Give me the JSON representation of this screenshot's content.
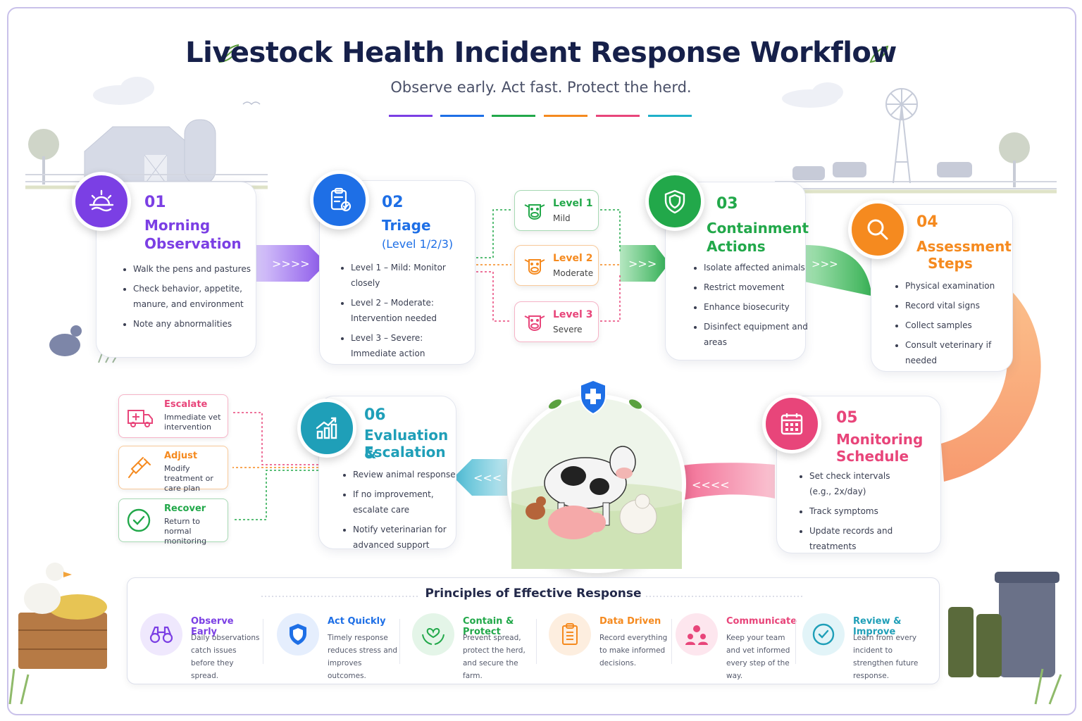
{
  "header": {
    "title": "Livestock Health Incident Response Workflow",
    "subtitle": "Observe early. Act fast. Protect the herd.",
    "accent_colors": [
      "#7b3fe4",
      "#1e6fe6",
      "#22a84a",
      "#f58a1f",
      "#e8457a",
      "#1fb0c9"
    ]
  },
  "steps": {
    "s01": {
      "num": "01",
      "title": "Morning",
      "title2": "Observation",
      "color": "#7b3fe4",
      "items": [
        "Walk the pens and pastures",
        "Check behavior, appetite, manure, and environment",
        "Note any abnormalities"
      ]
    },
    "s02": {
      "num": "02",
      "title": "Triage",
      "subtitle": "(Level 1/2/3)",
      "color": "#1e6fe6",
      "items": [
        "Level 1 – Mild: Monitor closely",
        "Level 2 – Moderate: Intervention needed",
        "Level 3 – Severe: Immediate action"
      ]
    },
    "s03": {
      "num": "03",
      "title": "Containment",
      "title2": "Actions",
      "color": "#22a84a",
      "items": [
        "Isolate affected animals",
        "Restrict movement",
        "Enhance biosecurity",
        "Disinfect equipment and areas"
      ]
    },
    "s04": {
      "num": "04",
      "title": "Assessment",
      "title2": "Steps",
      "color": "#f58a1f",
      "items": [
        "Physical examination",
        "Record vital signs",
        "Collect samples",
        "Consult veterinary if needed"
      ]
    },
    "s05": {
      "num": "05",
      "title": "Monitoring",
      "title2": "Schedule",
      "color": "#e8457a",
      "items": [
        "Set check intervals (e.g., 2x/day)",
        "Track symptoms",
        "Update records and treatments"
      ]
    },
    "s06": {
      "num": "06",
      "title": "Evaluation &",
      "title2": "Escalation",
      "color": "#1f9fb8",
      "items": [
        "Review animal response",
        "If no improvement, escalate care",
        "Notify veterinarian for advanced support"
      ]
    }
  },
  "levels": [
    {
      "title": "Level 1",
      "sub": "Mild",
      "color": "#22a84a"
    },
    {
      "title": "Level 2",
      "sub": "Moderate",
      "color": "#f58a1f"
    },
    {
      "title": "Level 3",
      "sub": "Severe",
      "color": "#e8457a"
    }
  ],
  "outcomes": [
    {
      "title": "Escalate",
      "sub": "Immediate vet intervention",
      "color": "#e8457a",
      "icon": "ambulance-icon"
    },
    {
      "title": "Adjust",
      "sub": "Modify treatment or care plan",
      "color": "#f58a1f",
      "icon": "syringe-icon"
    },
    {
      "title": "Recover",
      "sub": "Return to normal monitoring",
      "color": "#22a84a",
      "icon": "check-circle-icon"
    }
  ],
  "principles": {
    "title": "Principles of Effective Response",
    "items": [
      {
        "title": "Observe Early",
        "desc": "Daily observations catch issues before they spread.",
        "color": "#7b3fe4",
        "icon": "binoculars-icon"
      },
      {
        "title": "Act Quickly",
        "desc": "Timely response reduces stress and improves outcomes.",
        "color": "#1e6fe6",
        "icon": "shield-icon"
      },
      {
        "title": "Contain & Protect",
        "desc": "Prevent spread, protect the herd, and secure the farm.",
        "color": "#22a84a",
        "icon": "heart-hands-icon"
      },
      {
        "title": "Data Driven",
        "desc": "Record everything to make informed decisions.",
        "color": "#f58a1f",
        "icon": "clipboard-icon"
      },
      {
        "title": "Communicate",
        "desc": "Keep your team and vet informed every step of the way.",
        "color": "#e8457a",
        "icon": "team-icon"
      },
      {
        "title": "Review & Improve",
        "desc": "Learn from every incident to strengthen future response.",
        "color": "#1f9fb8",
        "icon": "check-circle-icon"
      }
    ]
  }
}
